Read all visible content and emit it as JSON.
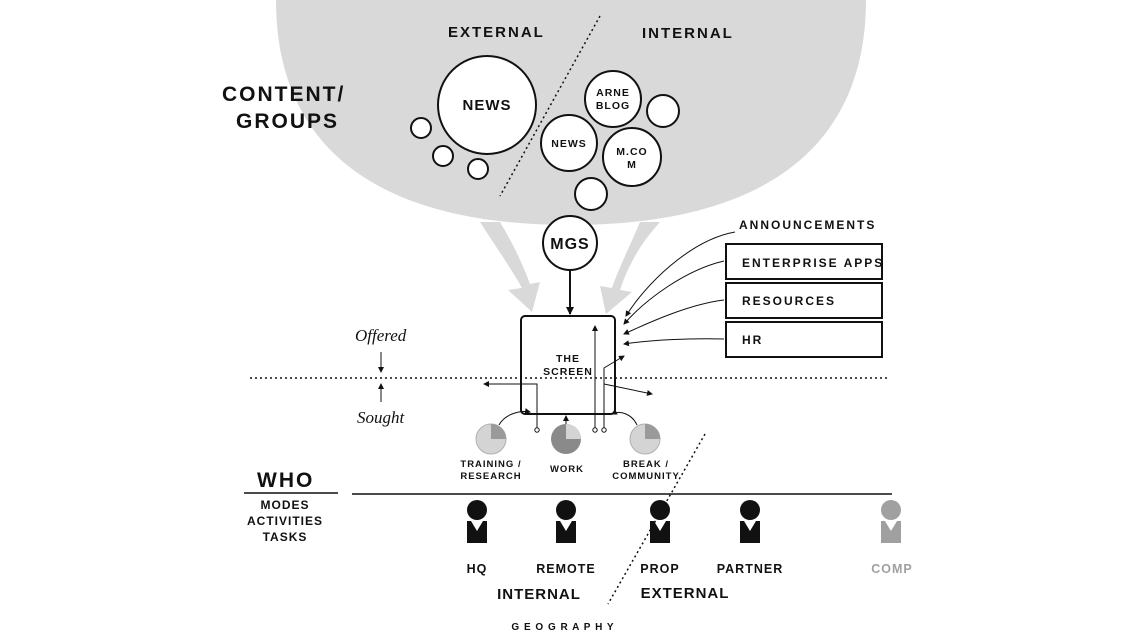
{
  "content_groups": {
    "title_line1": "CONTENT/",
    "title_line2": "GROUPS",
    "external_label": "EXTERNAL",
    "internal_label": "INTERNAL",
    "external_circles": [
      "NEWS"
    ],
    "internal_circles": [
      "ARNE",
      "BLOG",
      "NEWS",
      "M.CO",
      "M"
    ]
  },
  "hub": {
    "mgs_label": "MGS",
    "screen_line1": "THE",
    "screen_line2": "SCREEN"
  },
  "side_list": {
    "announcements": "ANNOUNCEMENTS",
    "items": [
      "ENTERPRISE APPS",
      "RESOURCES",
      "HR"
    ]
  },
  "axis": {
    "offered": "Offered",
    "sought": "Sought"
  },
  "modes": {
    "items": [
      {
        "line1": "TRAINING /",
        "line2": "RESEARCH"
      },
      {
        "line1": "WORK",
        "line2": ""
      },
      {
        "line1": "BREAK /",
        "line2": "COMMUNITY"
      }
    ]
  },
  "who": {
    "title": "WHO",
    "sub1": "MODES",
    "sub2": "ACTIVITIES",
    "sub3": "TASKS",
    "people": [
      "HQ",
      "REMOTE",
      "PROP",
      "PARTNER",
      "COMP"
    ],
    "internal_label": "INTERNAL",
    "external_label": "EXTERNAL",
    "geography_label": "G E O G R A P H Y"
  },
  "colors": {
    "bubble": "#d9d9d9",
    "ink": "#111111",
    "muted": "#a0a0a0",
    "pie_fill": "#9a9a9a"
  }
}
